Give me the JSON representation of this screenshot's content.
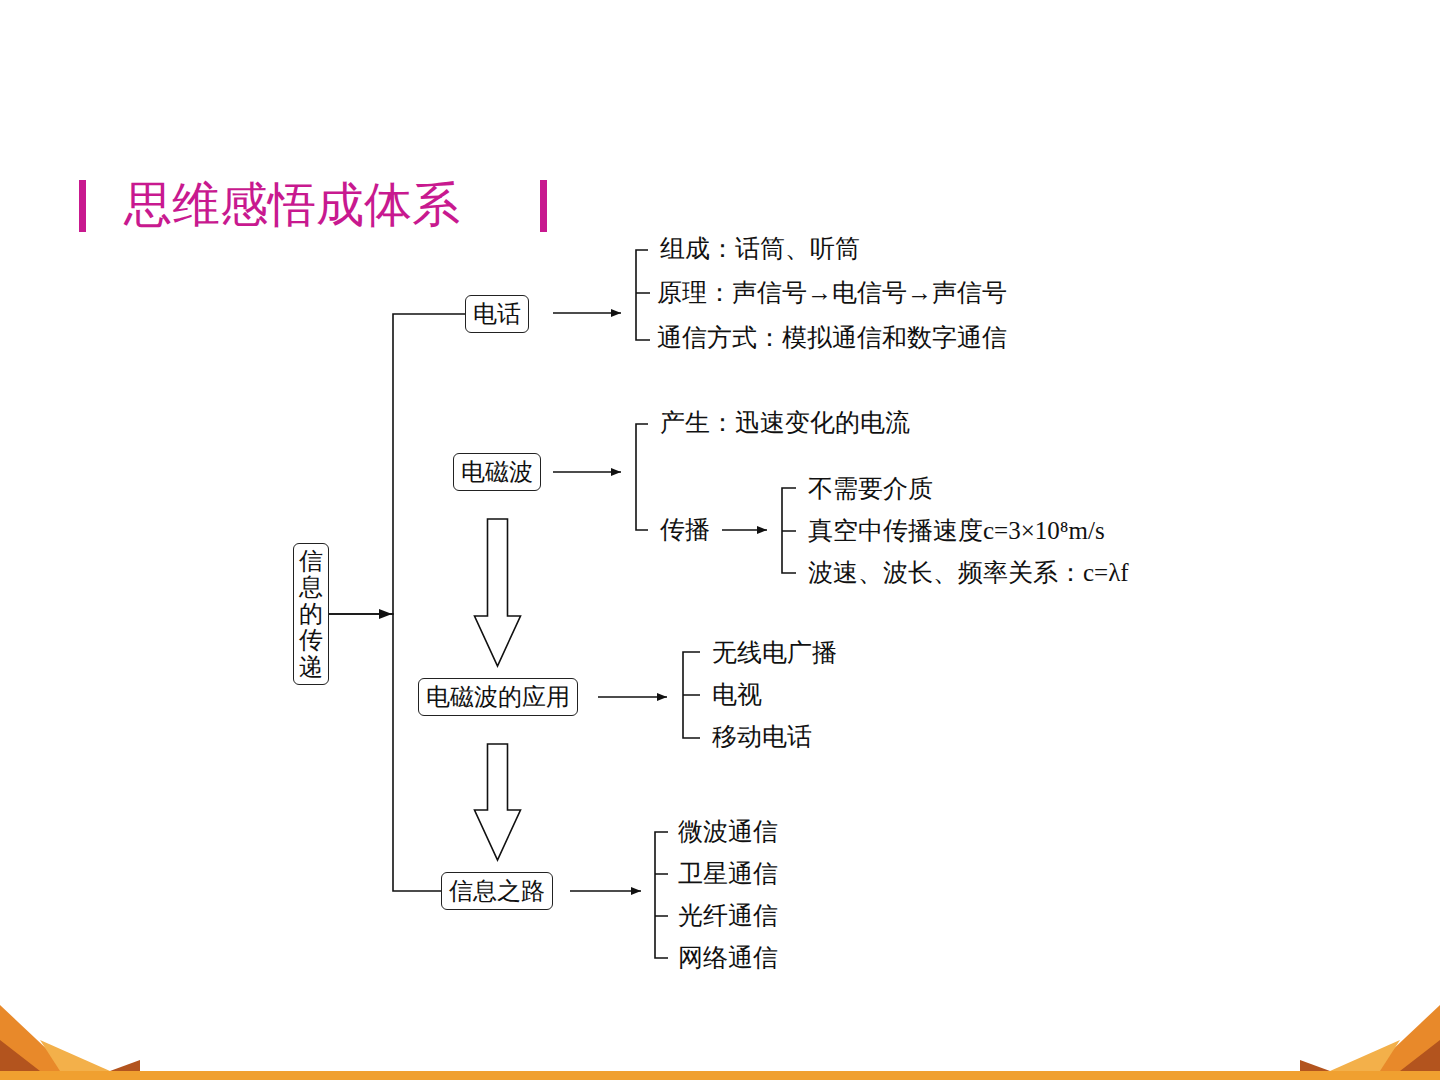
{
  "diagram": {
    "title": "思维感悟成体系",
    "nodes": [
      {
        "text": [
          "信息的传递"
        ]
      },
      {
        "text": [
          "电话"
        ]
      },
      {
        "text": [
          "电磁波"
        ]
      },
      {
        "text": [
          "电磁波的应用"
        ]
      },
      {
        "text": [
          "信息之路"
        ]
      }
    ],
    "edges": [
      {
        "from": 0,
        "to": 1,
        "arrow": "none"
      },
      {
        "from": 0,
        "to": 4,
        "arrow": "none"
      },
      {
        "from": 2,
        "to": 3,
        "arrow": "to"
      },
      {
        "from": 3,
        "to": 4,
        "arrow": "to"
      }
    ],
    "labels": [
      "组成：话筒、听筒",
      "原理：声信号→电信号→声信号",
      "通信方式：模拟通信和数字通信",
      "产生：迅速变化的电流",
      "传播",
      "不需要介质",
      "真空中传播速度c=3×10⁸m/s",
      "波速、波长、频率关系：c=λf",
      "无线电广播",
      "电视",
      "移动电话",
      "微波通信",
      "卫星通信",
      "光纤通信",
      "网络通信"
    ]
  }
}
